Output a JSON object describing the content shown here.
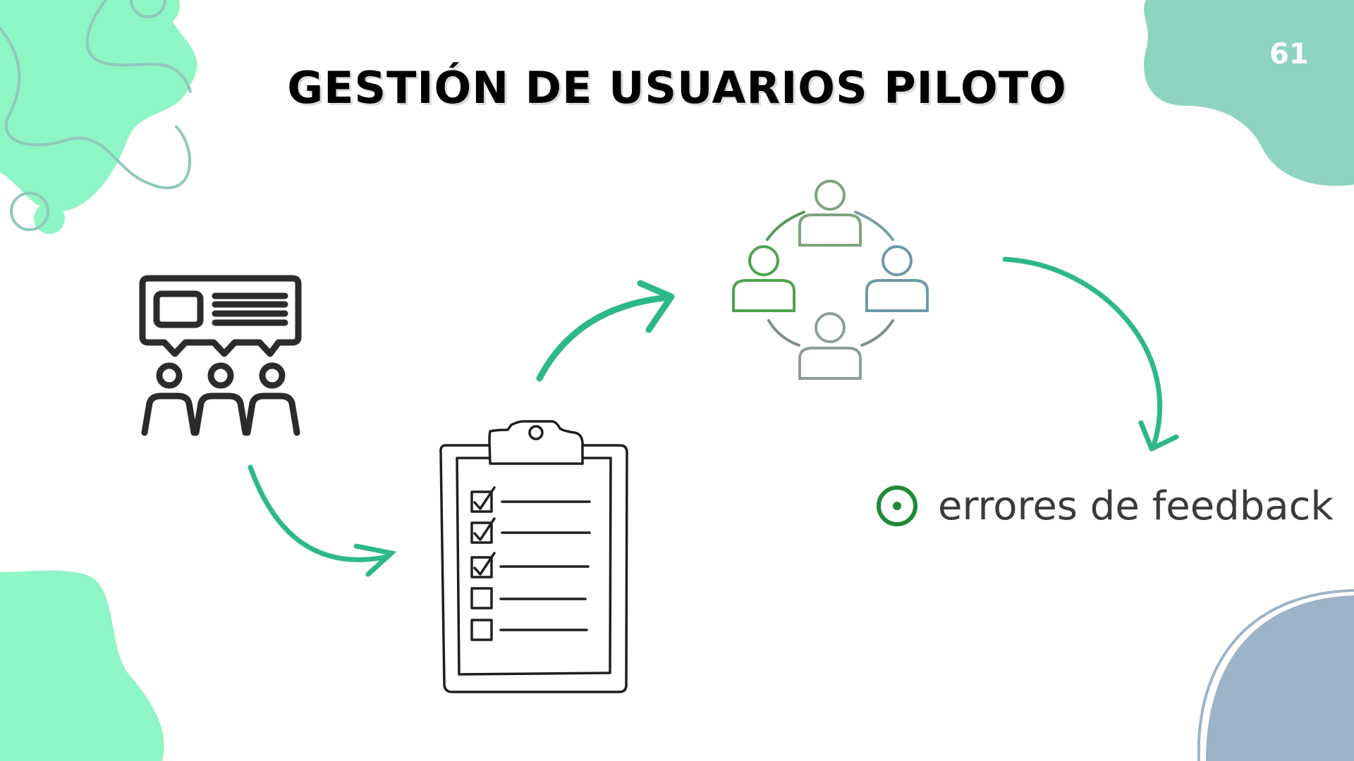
{
  "slide": {
    "title": "GESTIÓN DE USUARIOS PILOTO",
    "page_number": "61"
  },
  "feedback": {
    "label": "errores de feedback",
    "icon": "radio-dot-icon"
  },
  "icons": {
    "presentation": "presentation-audience-icon",
    "checklist": "clipboard-checklist-icon",
    "network": "people-network-cycle-icon"
  },
  "checklist": {
    "checked_items": 3,
    "unchecked_items": 2
  },
  "colors": {
    "accent_green": "#2db88a",
    "blob_mint": "#8ef5c4",
    "blob_teal": "#8fd3c1",
    "blob_blue": "#9db3c8",
    "title_text": "#000000",
    "feedback_icon": "#1e8a3a"
  }
}
